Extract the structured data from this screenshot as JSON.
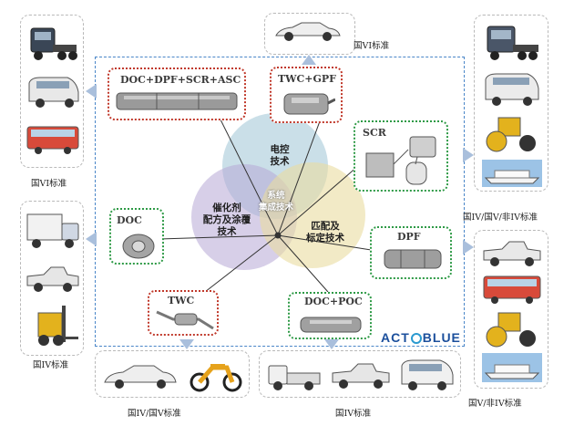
{
  "center": {
    "circle_top": "电控\n技术",
    "circle_left": "催化剂\n配方及涂覆\n技术",
    "circle_right": "匹配及\n标定技术",
    "core": "系统\n集成技术"
  },
  "products": {
    "doc_dpf_scr_asc": "DOC+DPF+SCR+ASC",
    "twc_gpf": "TWC+GPF",
    "scr": "SCR",
    "doc": "DOC",
    "dpf": "DPF",
    "twc": "TWC",
    "doc_poc": "DOC+POC"
  },
  "standards": {
    "top": "国VI标准",
    "left_top": "国VI标准",
    "left_bottom": "国IV标准",
    "right_top": "国IV/国V/非IV标准",
    "right_bottom": "国V/非IV标准",
    "bottom_left": "国IV/国V标准",
    "bottom_mid": "国IV标准"
  },
  "brand": {
    "left": "ACT",
    "right": "BLUE"
  },
  "colors": {
    "frame": "#4a86c8",
    "green_border": "#2e9a46",
    "red_border": "#c0392b",
    "arrow": "#a9bfdc",
    "circle_blue": "#9ec4d6",
    "circle_purple": "#b7a7d6",
    "circle_yellow": "#eadca0"
  }
}
